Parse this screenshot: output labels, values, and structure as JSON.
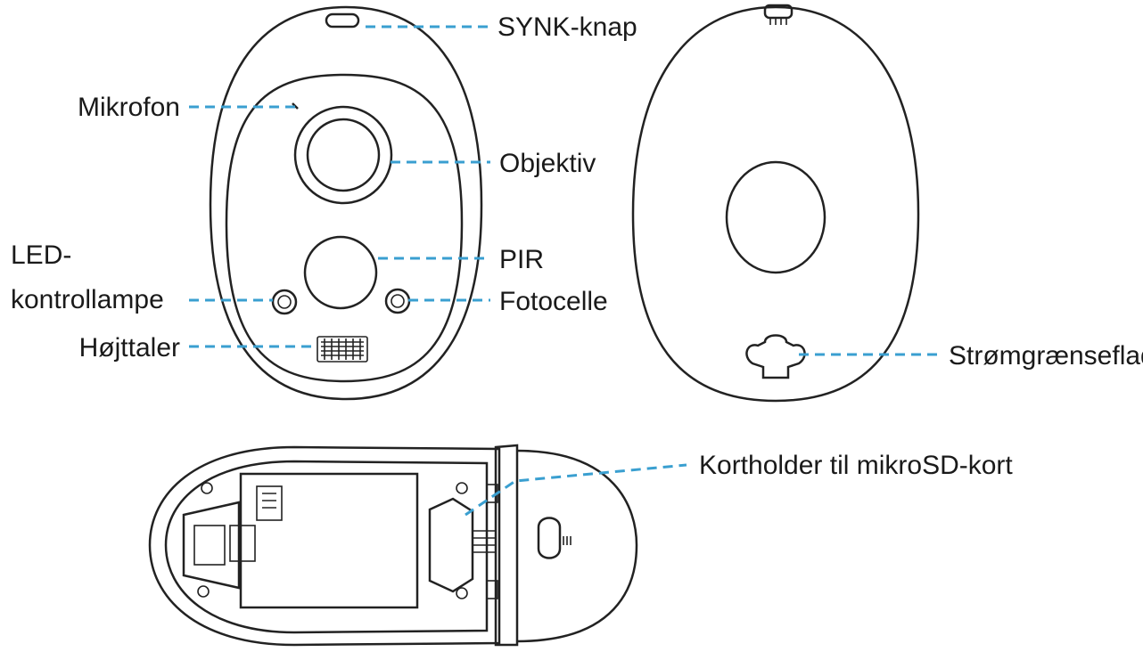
{
  "colors": {
    "outline": "#222222",
    "leader_line": "#3a9fd0",
    "label_text": "#1a1a1a",
    "background": "#ffffff"
  },
  "labels": {
    "synk": "SYNK-knap",
    "mikrofon": "Mikrofon",
    "objektiv": "Objektiv",
    "led_line1": "LED-",
    "led_line2": "kontrollampe",
    "pir": "PIR",
    "fotocelle": "Fotocelle",
    "hojttaler": "Højttaler",
    "stromgraenseflade": "Strømgrænseflade",
    "kortholder": "Kortholder til mikroSD-kort"
  }
}
